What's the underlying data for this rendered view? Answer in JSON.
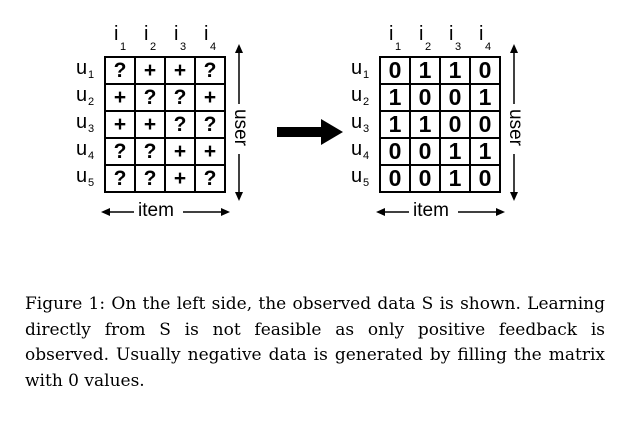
{
  "figure": {
    "left_matrix": {
      "item_labels": [
        {
          "main": "i",
          "sub": "1"
        },
        {
          "main": "i",
          "sub": "2"
        },
        {
          "main": "i",
          "sub": "3"
        },
        {
          "main": "i",
          "sub": "4"
        }
      ],
      "user_labels": [
        {
          "main": "u",
          "sub": "1"
        },
        {
          "main": "u",
          "sub": "2"
        },
        {
          "main": "u",
          "sub": "3"
        },
        {
          "main": "u",
          "sub": "4"
        },
        {
          "main": "u",
          "sub": "5"
        }
      ],
      "cells": [
        [
          "?",
          "+",
          "+",
          "?"
        ],
        [
          "+",
          "?",
          "?",
          "+"
        ],
        [
          "+",
          "+",
          "?",
          "?"
        ],
        [
          "?",
          "?",
          "+",
          "+"
        ],
        [
          "?",
          "?",
          "+",
          "?"
        ]
      ],
      "x_axis_label": "item",
      "y_axis_label": "user"
    },
    "right_matrix": {
      "item_labels": [
        {
          "main": "i",
          "sub": "1"
        },
        {
          "main": "i",
          "sub": "2"
        },
        {
          "main": "i",
          "sub": "3"
        },
        {
          "main": "i",
          "sub": "4"
        }
      ],
      "user_labels": [
        {
          "main": "u",
          "sub": "1"
        },
        {
          "main": "u",
          "sub": "2"
        },
        {
          "main": "u",
          "sub": "3"
        },
        {
          "main": "u",
          "sub": "4"
        },
        {
          "main": "u",
          "sub": "5"
        }
      ],
      "cells": [
        [
          "0",
          "1",
          "1",
          "0"
        ],
        [
          "1",
          "0",
          "0",
          "1"
        ],
        [
          "1",
          "1",
          "0",
          "0"
        ],
        [
          "0",
          "0",
          "1",
          "1"
        ],
        [
          "0",
          "0",
          "1",
          "0"
        ]
      ],
      "x_axis_label": "item",
      "y_axis_label": "user"
    },
    "caption": "Figure 1: On the left side, the observed data S is shown. Learning directly from S is not feasible as only positive feedback is observed. Usually negative data is generated by filling the matrix with 0 values."
  }
}
